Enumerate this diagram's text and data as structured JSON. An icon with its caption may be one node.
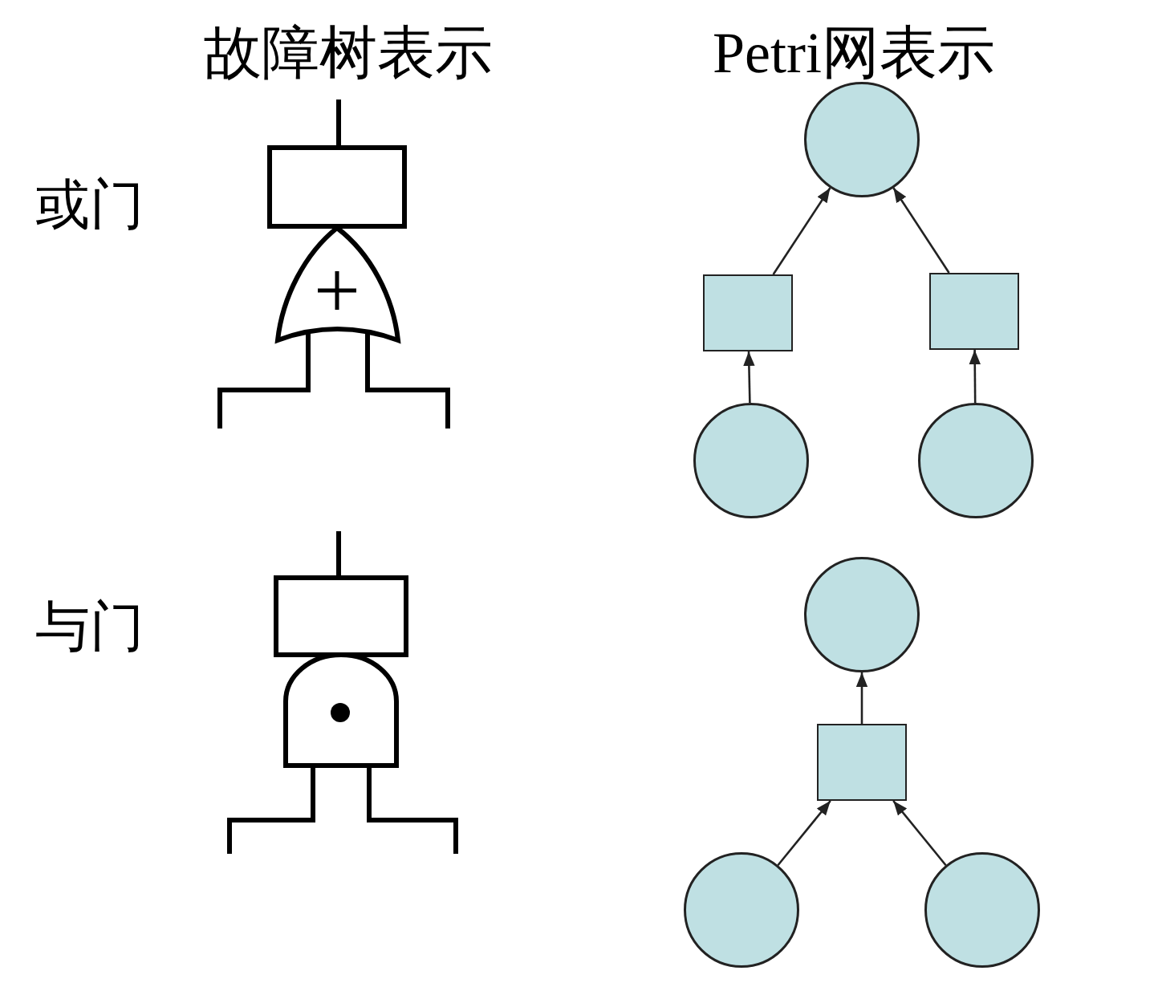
{
  "diagram": {
    "nodes": [
      {
        "text": [],
        "shape": "circle"
      },
      {
        "text": [],
        "shape": "box"
      },
      {
        "text": [],
        "shape": "box"
      },
      {
        "text": [],
        "shape": "circle"
      },
      {
        "text": [],
        "shape": "circle"
      },
      {
        "text": [],
        "shape": "circle"
      },
      {
        "text": [],
        "shape": "box"
      },
      {
        "text": [],
        "shape": "circle"
      },
      {
        "text": [],
        "shape": "circle"
      }
    ],
    "edges": [
      {
        "from": 1,
        "to": 0,
        "arrow": "to"
      },
      {
        "from": 2,
        "to": 0,
        "arrow": "to"
      },
      {
        "from": 3,
        "to": 1,
        "arrow": "to"
      },
      {
        "from": 4,
        "to": 2,
        "arrow": "to"
      },
      {
        "from": 6,
        "to": 5,
        "arrow": "to"
      },
      {
        "from": 7,
        "to": 6,
        "arrow": "to"
      },
      {
        "from": 8,
        "to": 6,
        "arrow": "to"
      }
    ],
    "labels": [
      "故障树表示",
      "Petri网表示",
      "或门",
      "与门"
    ]
  }
}
